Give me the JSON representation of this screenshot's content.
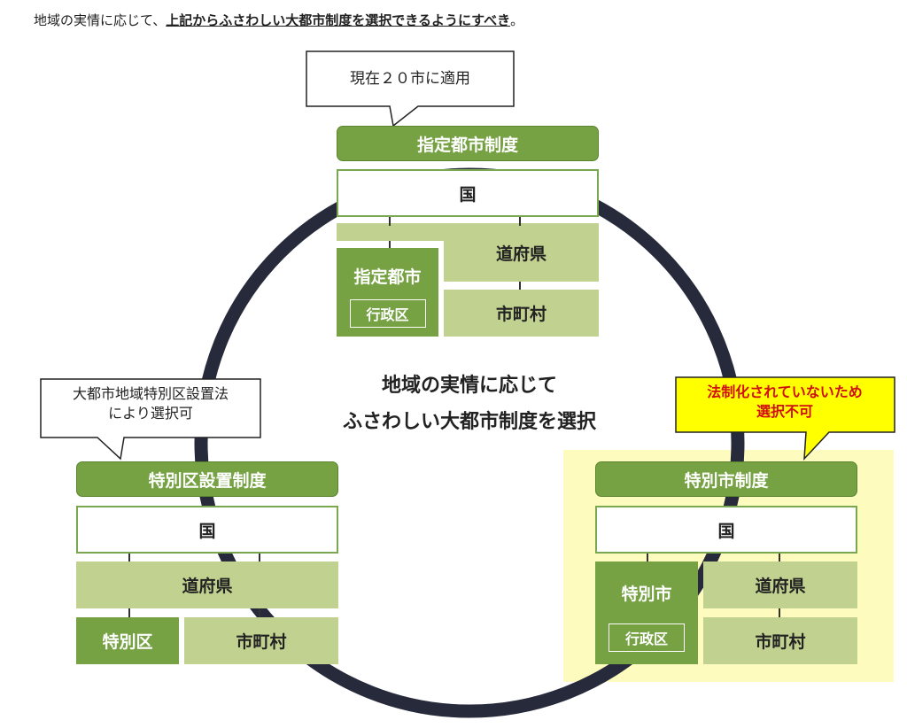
{
  "header": {
    "prefix": "地域の実情に応じて、",
    "emphasis": "上記からふさわしい大都市制度を選択できるようにすべき",
    "suffix": "。"
  },
  "center": {
    "line1": "地域の実情に応じて",
    "line2": "ふさわしい大都市制度を選択"
  },
  "designated": {
    "callout": "現在２０市に適用",
    "title": "指定都市制度",
    "kuni": "国",
    "pref": "道府県",
    "city": "指定都市",
    "ward": "行政区",
    "muni": "市町村"
  },
  "special_ward": {
    "callout_line1": "大都市地域特別区設置法",
    "callout_line2": "により選択可",
    "title": "特別区設置制度",
    "kuni": "国",
    "pref": "道府県",
    "ward": "特別区",
    "muni": "市町村"
  },
  "special_city": {
    "note_line1": "法制化されていないため",
    "note_line2": "選択不可",
    "title": "特別市制度",
    "kuni": "国",
    "city": "特別市",
    "ward": "行政区",
    "pref": "道府県",
    "muni": "市町村"
  },
  "colors": {
    "dark_green": "#76a244",
    "light_green": "#c1d190",
    "circle": "#262a3a",
    "yellow_bg": "#fdfcbe",
    "note_yellow": "#ffff00",
    "note_red": "#d01010"
  }
}
